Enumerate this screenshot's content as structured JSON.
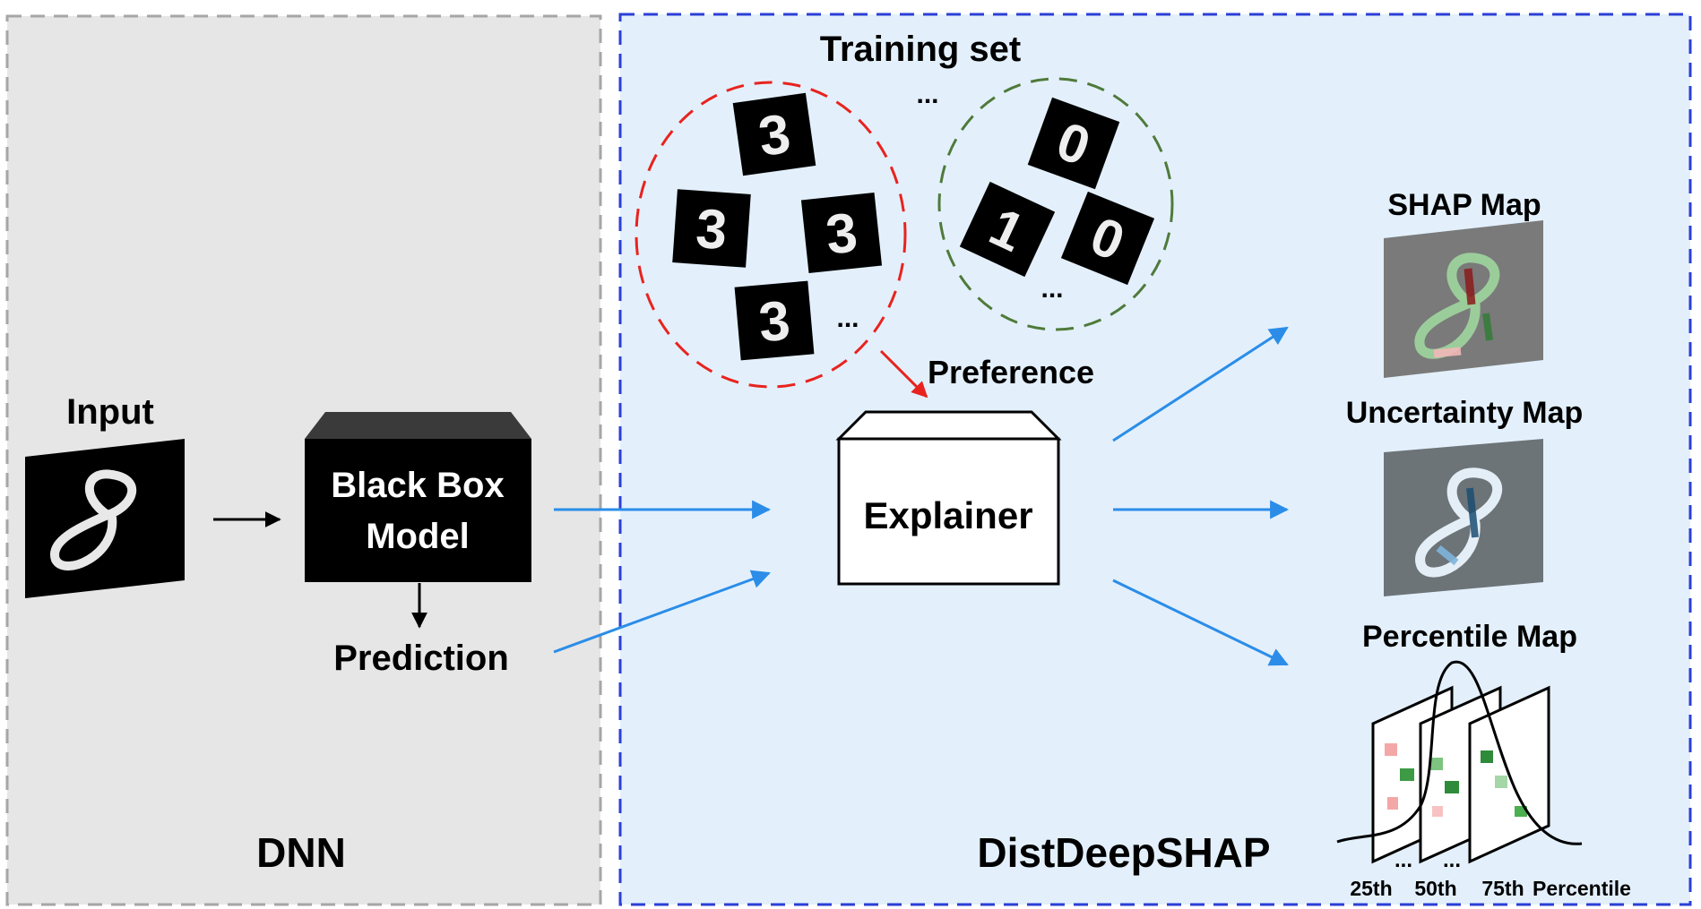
{
  "dnn_panel": {
    "label": "DNN"
  },
  "shap_panel": {
    "label": "DistDeepSHAP"
  },
  "input": {
    "label": "Input",
    "digit": "8"
  },
  "black_box": {
    "line1": "Black Box",
    "line2": "Model"
  },
  "prediction": {
    "label": "Prediction"
  },
  "training_set": {
    "label": "Training set",
    "red_group_digits": [
      "3",
      "3",
      "3",
      "3"
    ],
    "red_group_ellipsis": "...",
    "green_group_digits": [
      "0",
      "1",
      "0"
    ],
    "green_group_ellipsis": "...",
    "between_ellipsis": "..."
  },
  "preference": {
    "label": "Preference"
  },
  "explainer": {
    "label": "Explainer"
  },
  "outputs": {
    "shap_map": {
      "label": "SHAP Map"
    },
    "uncertainty_map": {
      "label": "Uncertainty  Map"
    },
    "percentile_map": {
      "label": "Percentile  Map",
      "ticks": [
        "25th",
        "50th",
        "75th",
        "Percentile"
      ],
      "ellipsis_a": "...",
      "ellipsis_b": "..."
    }
  },
  "colors": {
    "dnn_bg": "#e6e6e6",
    "dnn_border": "#a6a6a6",
    "shap_bg": "#e3f0fc",
    "shap_border": "#2b3fd6",
    "arrow_blue": "#2b8de8",
    "arrow_red": "#e8231e",
    "red_group": "#e8231e",
    "green_group": "#4f7a3a",
    "map_gray": "#7a7a7a",
    "map_slate": "#6c7478"
  }
}
